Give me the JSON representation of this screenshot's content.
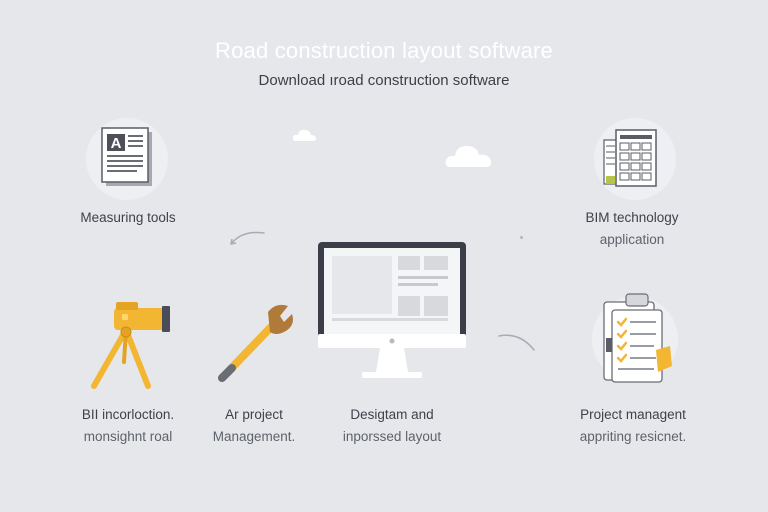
{
  "header": {
    "title": "Road construction layout software",
    "subtitle": "Download ıroad construction software"
  },
  "items": [
    {
      "icon": "document-icon",
      "line1": "Measuring tools",
      "line2": ""
    },
    {
      "icon": "blueprint-icon",
      "line1": "BIM technology",
      "line2": "application"
    },
    {
      "icon": "surveying-tripod-icon",
      "line1": "BII incorloction.",
      "line2": "monsighnt roal"
    },
    {
      "icon": "wrench-icon",
      "line1": "Ar project",
      "line2": "Management."
    },
    {
      "icon": "monitor-icon",
      "line1": "Desigtam and",
      "line2": "inporssed layout"
    },
    {
      "icon": "clipboard-checklist-icon",
      "line1": "Project managent",
      "line2": "appriting resicnet."
    }
  ],
  "colors": {
    "background": "#e6e7eb",
    "accent": "#f2b632",
    "dark": "#3c3f4a"
  }
}
